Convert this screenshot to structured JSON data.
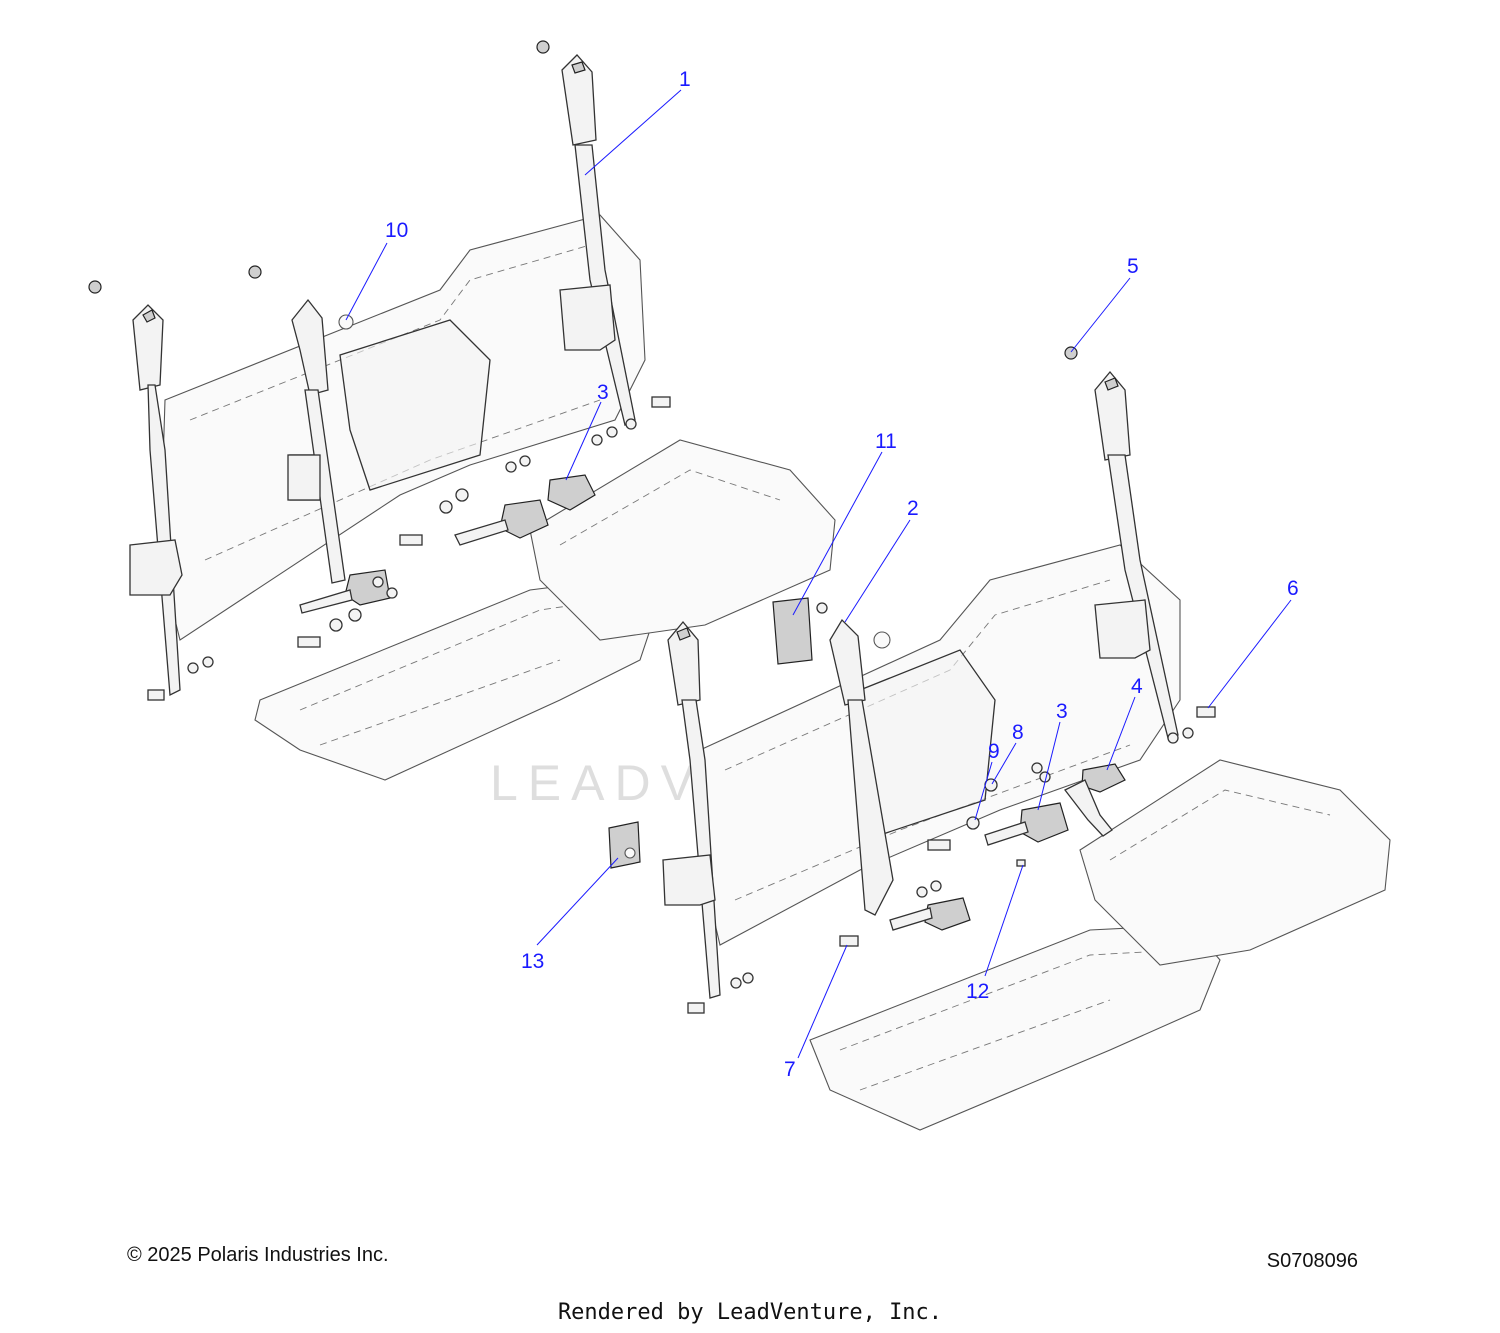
{
  "diagram": {
    "callouts": [
      {
        "label": "1"
      },
      {
        "label": "10"
      },
      {
        "label": "3"
      },
      {
        "label": "5"
      },
      {
        "label": "11"
      },
      {
        "label": "2"
      },
      {
        "label": "6"
      },
      {
        "label": "4"
      },
      {
        "label": "3"
      },
      {
        "label": "8"
      },
      {
        "label": "9"
      },
      {
        "label": "13"
      },
      {
        "label": "12"
      },
      {
        "label": "7"
      }
    ],
    "watermark": "LEADVENTURE",
    "colors": {
      "callout": "#1a1aff",
      "linework": "#333333"
    }
  },
  "footer": {
    "copyright": "© 2025 Polaris Industries Inc.",
    "drawing_id": "S0708096",
    "rendered_by": "Rendered by LeadVenture, Inc."
  }
}
